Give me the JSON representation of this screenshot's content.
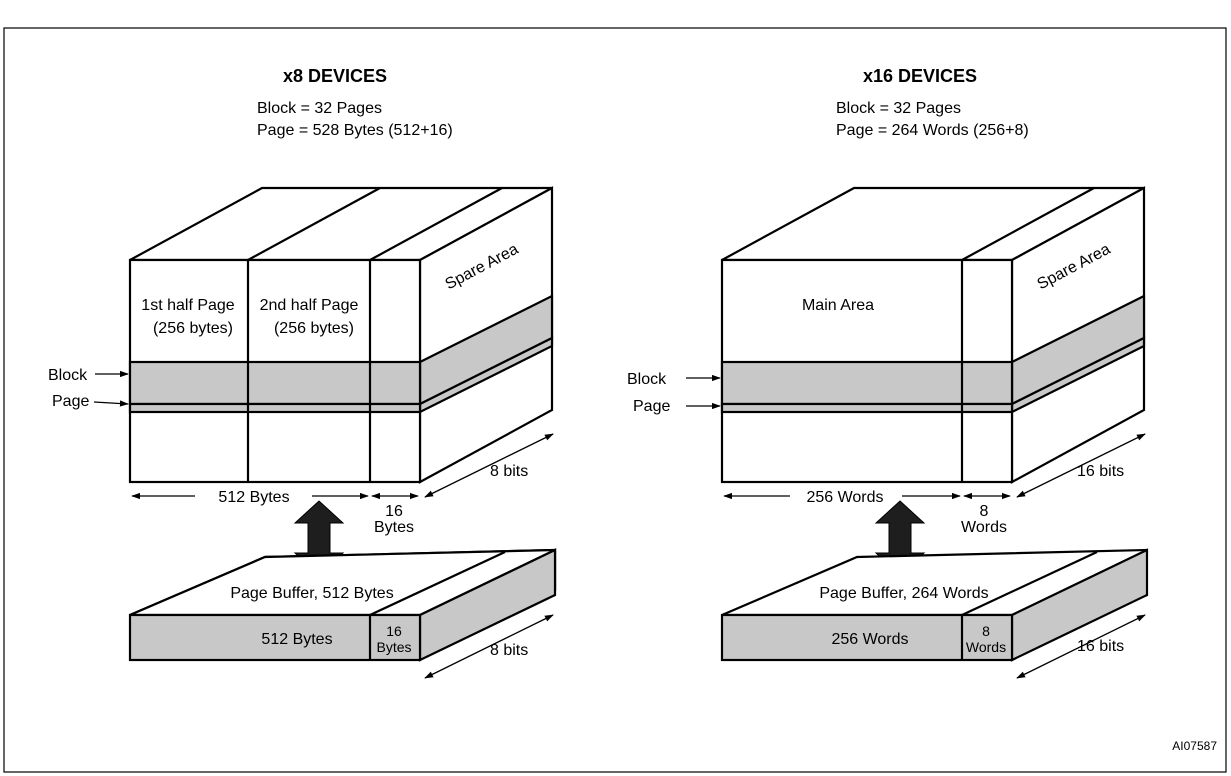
{
  "figure_code": "AI07587",
  "x8": {
    "title": "x8 DEVICES",
    "block_info": "Block = 32 Pages",
    "page_info": "Page = 528 Bytes (512+16)",
    "first_half_line1": "1st half Page",
    "first_half_line2": "(256 bytes)",
    "second_half_line1": "2nd half Page",
    "second_half_line2": "(256 bytes)",
    "spare_area": "Spare Area",
    "block_label": "Block",
    "page_label": "Page",
    "depth_label": "8 bits",
    "main_width_label": "512 Bytes",
    "spare_width_num": "16",
    "spare_width_unit": "Bytes",
    "buffer_title": "Page Buffer, 512 Bytes",
    "buffer_main": "512 Bytes",
    "buffer_spare_num": "16",
    "buffer_spare_unit": "Bytes",
    "buffer_depth": "8 bits"
  },
  "x16": {
    "title": "x16 DEVICES",
    "block_info": "Block = 32 Pages",
    "page_info": "Page = 264 Words (256+8)",
    "main_area": "Main Area",
    "spare_area": "Spare Area",
    "block_label": "Block",
    "page_label": "Page",
    "depth_label": "16 bits",
    "main_width_label": "256 Words",
    "spare_width_num": "8",
    "spare_width_unit": "Words",
    "buffer_title": "Page Buffer, 264 Words",
    "buffer_main": "256 Words",
    "buffer_spare_num": "8",
    "buffer_spare_unit": "Words",
    "buffer_depth": "16 bits"
  }
}
